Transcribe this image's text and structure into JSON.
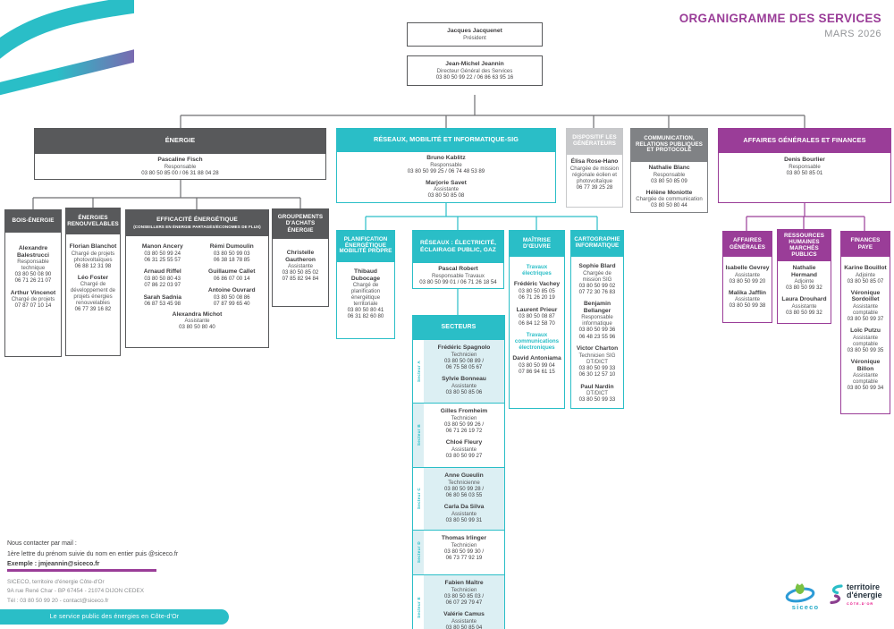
{
  "title": {
    "main": "ORGANIGRAMME DES SERVICES",
    "date": "MARS 2026"
  },
  "colors": {
    "teal": "#2ABEC7",
    "purple": "#9A3D98",
    "dark_gray": "#58595B",
    "mid_gray": "#808285",
    "light_gray": "#C7C8CA",
    "pink": "#E5007E"
  },
  "top": {
    "president": [
      {
        "name": "Jacques Jacquenet",
        "role": "Président"
      }
    ],
    "dgs": [
      {
        "name": "Jean-Michel Jeannin",
        "role": "Directeur Général des Services",
        "phones": [
          "03 80 50 99 22 / 06 86 63 95 16"
        ]
      }
    ]
  },
  "energie": {
    "title": "ÉNERGIE",
    "head": [
      {
        "name": "Pascaline Fisch",
        "role": "Responsable",
        "phones": [
          "03 80 50 85 00 / 06 31 88 04 28"
        ]
      }
    ],
    "bois": {
      "title": "BOIS-ÉNERGIE",
      "people": [
        {
          "name": "Alexandre Balestrucci",
          "role": "Responsable technique",
          "phones": [
            "03 80 50 08 90",
            "06 71 26 21 07"
          ]
        },
        {
          "name": "Arthur Vincenot",
          "role": "Chargé de projets",
          "phones": [
            "07 87 07 10 14"
          ]
        }
      ]
    },
    "enr": {
      "title": "ÉNERGIES RENOUVELABLES",
      "people": [
        {
          "name": "Florian Blanchot",
          "role": "Chargé de projets photovoltaïques",
          "phones": [
            "06 88 12 31 98"
          ]
        },
        {
          "name": "Léo Foster",
          "role": "Chargé de développement de projets énergies renouvelables",
          "phones": [
            "06 77 39 16 82"
          ]
        }
      ]
    },
    "eff": {
      "title": "EFFICACITÉ ÉNERGÉTIQUE",
      "subtitle": "(CONSEILLERS EN ÉNERGIE PARTAGÉS/ÉCONOMES DE FLUX)",
      "col1": [
        {
          "name": "Manon Ancery",
          "phones": [
            "03 80 50 99 24",
            "06 31 25 55 57"
          ]
        },
        {
          "name": "Arnaud Riffel",
          "phones": [
            "03 80 50 80 43",
            "07 86 22 03 97"
          ]
        },
        {
          "name": "Sarah Sadnia",
          "phones": [
            "06 87 53 45 98"
          ]
        }
      ],
      "col2": [
        {
          "name": "Rémi Dumoulin",
          "phones": [
            "03 80 50 99 03",
            "06 38 18 78 85"
          ]
        },
        {
          "name": "Guillaume Callet",
          "phones": [
            "06 86 07 00 14"
          ]
        },
        {
          "name": "Antoine Ouvrard",
          "phones": [
            "03 80 50 08 86",
            "07 87 99 65 40"
          ]
        }
      ],
      "assistante": [
        {
          "name": "Alexandra Michot",
          "role": "Assistante",
          "phones": [
            "03 80 50 80 40"
          ]
        }
      ]
    },
    "grp": {
      "title": "GROUPEMENTS D'ACHATS ÉNERGIE",
      "people": [
        {
          "name": "Christelle Gautheron",
          "role": "Assistante",
          "phones": [
            "03 80 50 85 02",
            "07 85 82 94 84"
          ]
        }
      ]
    }
  },
  "reseaux": {
    "title": "RÉSEAUX, MOBILITÉ ET INFORMATIQUE-SIG",
    "head": [
      {
        "name": "Bruno Kablitz",
        "role": "Responsable",
        "phones": [
          "03 80 50 99 25 / 06 74 48 53 89"
        ]
      },
      {
        "name": "Marjorie Savet",
        "role": "Assistante",
        "phones": [
          "03 80 50 85 08"
        ]
      }
    ],
    "plan": {
      "title": "PLANIFICATION ÉNERGÉTIQUE MOBILITÉ PROPRE",
      "people": [
        {
          "name": "Thibaud Dubocage",
          "role": "Chargé de planification énergétique territoriale",
          "phones": [
            "03 80 50 80 41",
            "06 31 82 60 80"
          ]
        }
      ]
    },
    "reselec": {
      "title": "RÉSEAUX : ÉLECTRICITÉ, ÉCLAIRAGE PUBLIC, GAZ",
      "people": [
        {
          "name": "Pascal Robert",
          "role": "Responsable Travaux",
          "phones": [
            "03 80 50 99 01 / 06 71 26 18 54"
          ]
        }
      ]
    },
    "secteurs": {
      "title": "SECTEURS",
      "rows": [
        {
          "label": "Secteur A",
          "people": [
            {
              "name": "Frédéric Spagnolo",
              "role": "Technicien",
              "phones": [
                "03 80 50 08 89 /",
                "06 75 58 05 67"
              ]
            },
            {
              "name": "Sylvie Bonneau",
              "role": "Assistante",
              "phones": [
                "03 80 50 85 06"
              ]
            }
          ]
        },
        {
          "label": "Secteur B",
          "people": [
            {
              "name": "Gilles Fromheim",
              "role": "Technicien",
              "phones": [
                "03 80 50 99 26 /",
                "06 71 26 19 72"
              ]
            },
            {
              "name": "Chloé Fleury",
              "role": "Assistante",
              "phones": [
                "03 80 50 99 27"
              ]
            }
          ]
        },
        {
          "label": "Secteur C",
          "people": [
            {
              "name": "Anne Gueulin",
              "role": "Technicienne",
              "phones": [
                "03 80 50 99 28 /",
                "06 80 56 03 55"
              ]
            },
            {
              "name": "Carla Da Silva",
              "role": "Assistante",
              "phones": [
                "03 80 50 99 31"
              ]
            }
          ]
        },
        {
          "label": "Secteur D",
          "people": [
            {
              "name": "Thomas Irlinger",
              "role": "Technicien",
              "phones": [
                "03 80 50 99 30 /",
                "06 73 77 92 19"
              ]
            }
          ]
        },
        {
          "label": "Secteur E",
          "people": [
            {
              "name": "Fabien Maître",
              "role": "Technicien",
              "phones": [
                "03 80 50 85 03 /",
                "06 07 29 79 47"
              ]
            },
            {
              "name": "Valérie Camus",
              "role": "Assistante",
              "phones": [
                "03 80 50 85 04"
              ]
            }
          ]
        }
      ]
    },
    "moe": {
      "title": "MAÎTRISE D'ŒUVRE",
      "entries": [
        {
          "subtitle": "Travaux électriques"
        },
        {
          "name": "Frédéric Vachey",
          "phones": [
            "03 80 50 85 05",
            "06 71 26 20 19"
          ]
        },
        {
          "name": "Laurent Prieur",
          "phones": [
            "03 80 50 08 87",
            "06 84 12 58 70"
          ]
        },
        {
          "subtitle": "Travaux communications électroniques"
        },
        {
          "name": "David Antoniama",
          "phones": [
            "03 80 50 99 04",
            "07 86 94 61 15"
          ]
        }
      ]
    },
    "carto": {
      "title": "CARTOGRAPHIE INFORMATIQUE",
      "people": [
        {
          "name": "Sophie Blard",
          "role": "Chargée de mission SIG",
          "phones": [
            "03 80 50 99 02",
            "07 72 30 76 83"
          ]
        },
        {
          "name": "Benjamin Bellanger",
          "role": "Responsable informatique",
          "phones": [
            "03 80 50 99 36",
            "06 48 23 55 96"
          ]
        },
        {
          "name": "Victor Charton",
          "role": "Technicien SIG DT/DICT",
          "phones": [
            "03 80 50 99 33",
            "06 30 12 57 10"
          ]
        },
        {
          "name": "Paul Nardin",
          "role": "DT/DICT",
          "phones": [
            "03 80 50 99 33"
          ]
        }
      ]
    }
  },
  "dispositif": {
    "title": "DISPOSITIF LES GÉNÉRATEURS",
    "people": [
      {
        "name": "Élisa Rose-Hano",
        "role": "Chargée de mission régionale éolien et photovoltaïque",
        "phones": [
          "06 77 39 25 28"
        ]
      }
    ]
  },
  "communication": {
    "title": "COMMUNICATION, RELATIONS PUBLIQUES ET PROTOCOLE",
    "people": [
      {
        "name": "Nathalie Blanc",
        "role": "Responsable",
        "phones": [
          "03 80 50 85 09"
        ]
      },
      {
        "name": "Hélène Moniotte",
        "role": "Chargée de communication",
        "phones": [
          "03 80 50 80 44"
        ]
      }
    ]
  },
  "affaires": {
    "title": "AFFAIRES GÉNÉRALES ET FINANCES",
    "head": [
      {
        "name": "Denis Bourlier",
        "role": "Responsable",
        "phones": [
          "03 80 50 85 01"
        ]
      }
    ],
    "affgen": {
      "title": "AFFAIRES GÉNÉRALES",
      "people": [
        {
          "name": "Isabelle Gevrey",
          "role": "Assistante",
          "phones": [
            "03 80 50 99 20"
          ]
        },
        {
          "name": "Malika Jafflin",
          "role": "Assistante",
          "phones": [
            "03 80 50 99 38"
          ]
        }
      ]
    },
    "rh": {
      "title": "RESSOURCES HUMAINES MARCHÉS PUBLICS",
      "people": [
        {
          "name": "Nathalie Hermand",
          "role": "Adjointe",
          "phones": [
            "03 80 50 99 32"
          ]
        },
        {
          "name": "Laura Drouhard",
          "role": "Assistante",
          "phones": [
            "03 80 50 99 32"
          ]
        }
      ]
    },
    "fin": {
      "title": "FINANCES PAYE",
      "people": [
        {
          "name": "Karine Bouillot",
          "role": "Adjointe",
          "phones": [
            "03 80 50 85 07"
          ]
        },
        {
          "name": "Véronique Sordoillet",
          "role": "Assistante comptable",
          "phones": [
            "03 80 50 99 37"
          ]
        },
        {
          "name": "Loïc Putzu",
          "role": "Assistante comptable",
          "phones": [
            "03 80 50 99 35"
          ]
        },
        {
          "name": "Véronique Billon",
          "role": "Assistante comptable",
          "phones": [
            "03 80 50 99 34"
          ]
        }
      ]
    }
  },
  "footer": {
    "contact_title": "Nous contacter par mail :",
    "contact_rule": "1ère lettre du prénom suivie du nom en entier puis @siceco.fr",
    "contact_example": "Exemple : jmjeannin@siceco.fr",
    "org_name": "SICECO, territoire d'énergie Côte-d'Or",
    "org_address": "9A rue René Char - BP 67454 - 21074 DIJON CEDEX",
    "org_tel": "Tél : 03 80 50 99 20 - contact@siceco.fr",
    "banner": "Le service public des énergies en Côte-d'Or"
  },
  "logos": {
    "siceco": "siceco",
    "territoire_line1": "territoire",
    "territoire_line2": "d'énergie",
    "territoire_sub": "CÔTE-D'OR"
  }
}
